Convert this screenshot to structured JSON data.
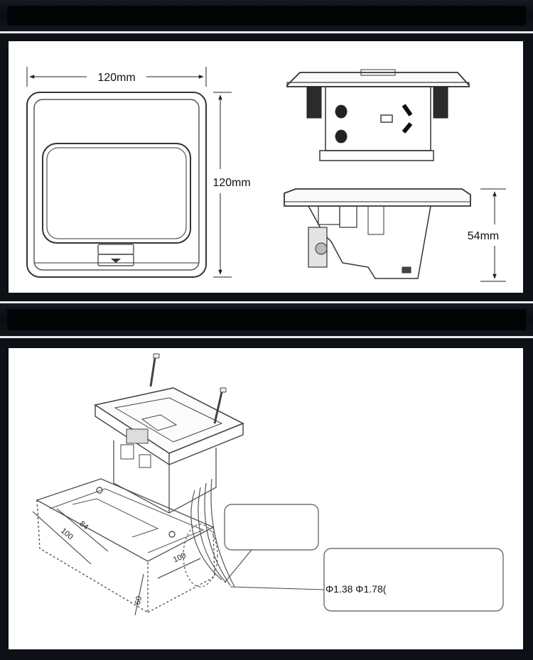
{
  "dimensions": {
    "top_width": "120mm",
    "top_height": "120mm",
    "side_depth": "54mm"
  },
  "install": {
    "dim_100_left": "100",
    "dim_84": "84",
    "dim_100_right": "100",
    "dim_60": "60",
    "cable_spec": "Φ1.38 Φ1.78("
  }
}
